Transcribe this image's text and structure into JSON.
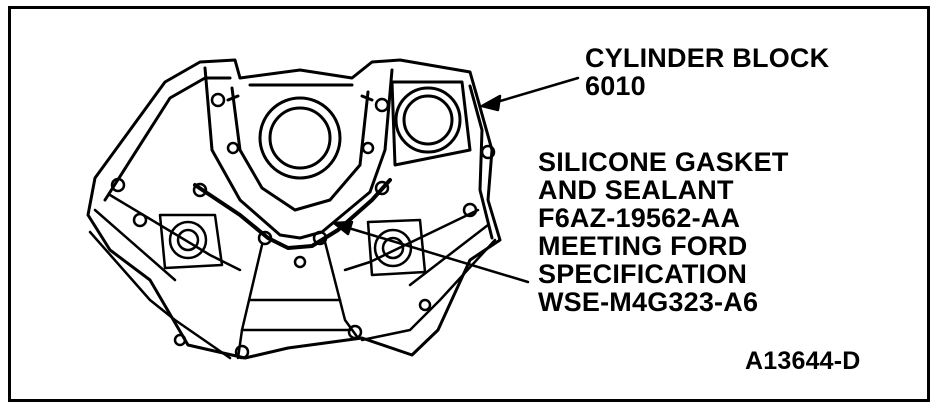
{
  "callouts": {
    "cylinder_block": [
      "CYLINDER BLOCK",
      "6010"
    ],
    "sealant": [
      "SILICONE GASKET",
      "AND SEALANT",
      "F6AZ-19562-AA",
      "MEETING FORD",
      "SPECIFICATION",
      "WSE-M4G323-A6"
    ]
  },
  "figure_id": "A13644-D"
}
